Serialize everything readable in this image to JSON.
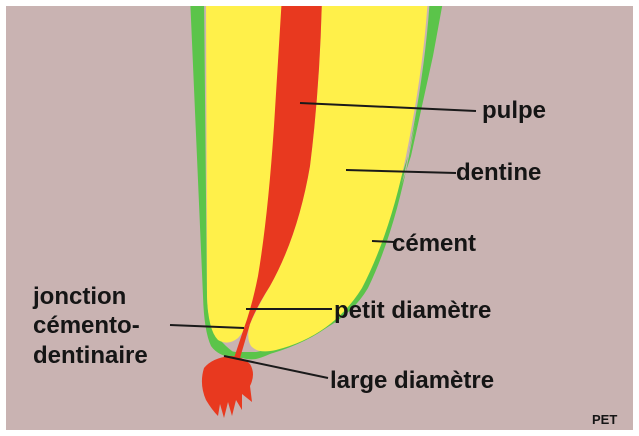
{
  "colors": {
    "background": "#c9b3b2",
    "cementum": "#5bc44a",
    "dentin": "#fff04a",
    "pulp": "#e8391f",
    "line": "#1a1a1a",
    "text": "#151515"
  },
  "labels": {
    "pulpe": "pulpe",
    "dentine": "dentine",
    "cement": "cément",
    "jonction_line1": "jonction",
    "jonction_line2": "cémento-",
    "jonction_line3": "dentinaire",
    "petit_diametre": "petit diamètre",
    "large_diametre": "large diamètre",
    "credit": "PET"
  }
}
